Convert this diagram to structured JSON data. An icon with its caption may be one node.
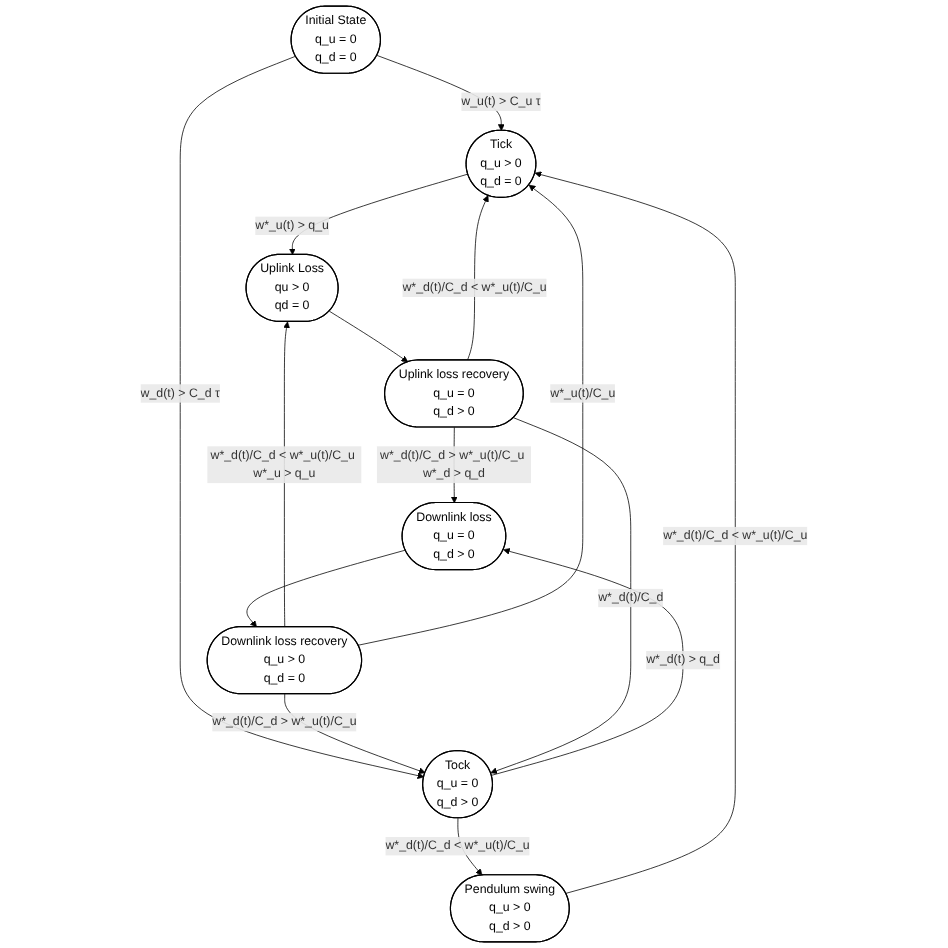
{
  "diagram": {
    "nodes": [
      {
        "text": [
          "Initial State",
          "q_u = 0",
          "q_d = 0"
        ]
      },
      {
        "text": [
          "Tick",
          "q_u > 0",
          "q_d = 0"
        ]
      },
      {
        "text": [
          "Tock",
          "q_u = 0",
          "q_d > 0"
        ]
      },
      {
        "text": [
          "Pendulum swing",
          "q_u > 0",
          "q_d > 0"
        ]
      },
      {
        "text": [
          "Uplink Loss",
          "qu > 0",
          "qd = 0"
        ]
      },
      {
        "text": [
          "Downlink loss",
          "q_u = 0",
          "q_d > 0"
        ]
      },
      {
        "text": [
          "Uplink loss recovery",
          "q_u = 0",
          "q_d > 0"
        ]
      },
      {
        "text": [
          "Downlink loss recovery",
          "q_u > 0",
          "q_d = 0"
        ]
      }
    ],
    "edges": [
      {
        "from": 0,
        "to": 1,
        "arrow": "to",
        "label": "w_u(t) > C_u τ"
      },
      {
        "from": 0,
        "to": 2,
        "arrow": "to",
        "label": "w_d(t) > C_d τ"
      },
      {
        "from": 1,
        "to": 4,
        "arrow": "to",
        "label": "w*_u(t) > q_u"
      },
      {
        "from": 2,
        "to": 5,
        "arrow": "to",
        "label": "w*_d(t) > q_d"
      },
      {
        "from": 3,
        "to": 1,
        "arrow": "to",
        "label": "w*_d(t)/C_d < w*_u(t)/C_u"
      },
      {
        "from": 2,
        "to": 3,
        "arrow": "to",
        "label": "w*_d(t)/C_d < w*_u(t)/C_u"
      },
      {
        "from": 4,
        "to": 6,
        "arrow": "to"
      },
      {
        "from": 5,
        "to": 7,
        "arrow": "to"
      },
      {
        "from": 6,
        "to": 5,
        "arrow": "to",
        "label": "w*_d(t)/C_d > w*_u(t)/C_u w*_d > q_d"
      },
      {
        "from": 7,
        "to": 4,
        "arrow": "to",
        "label": "w*_d(t)/C_d < w*_u(t)/C_u w*_u > q_u"
      },
      {
        "from": 6,
        "to": 1,
        "arrow": "to",
        "label": "w*_d(t)/C_d < w*_u(t)/C_u"
      },
      {
        "from": 7,
        "to": 2,
        "arrow": "to",
        "label": "w*_d(t)/C_d > w*_u(t)/C_u"
      },
      {
        "from": 6,
        "to": 2,
        "arrow": "to",
        "label": "w*_d(t)/C_d"
      },
      {
        "from": 7,
        "to": 1,
        "arrow": "to",
        "label": "w*_u(t)/C_u"
      }
    ]
  }
}
